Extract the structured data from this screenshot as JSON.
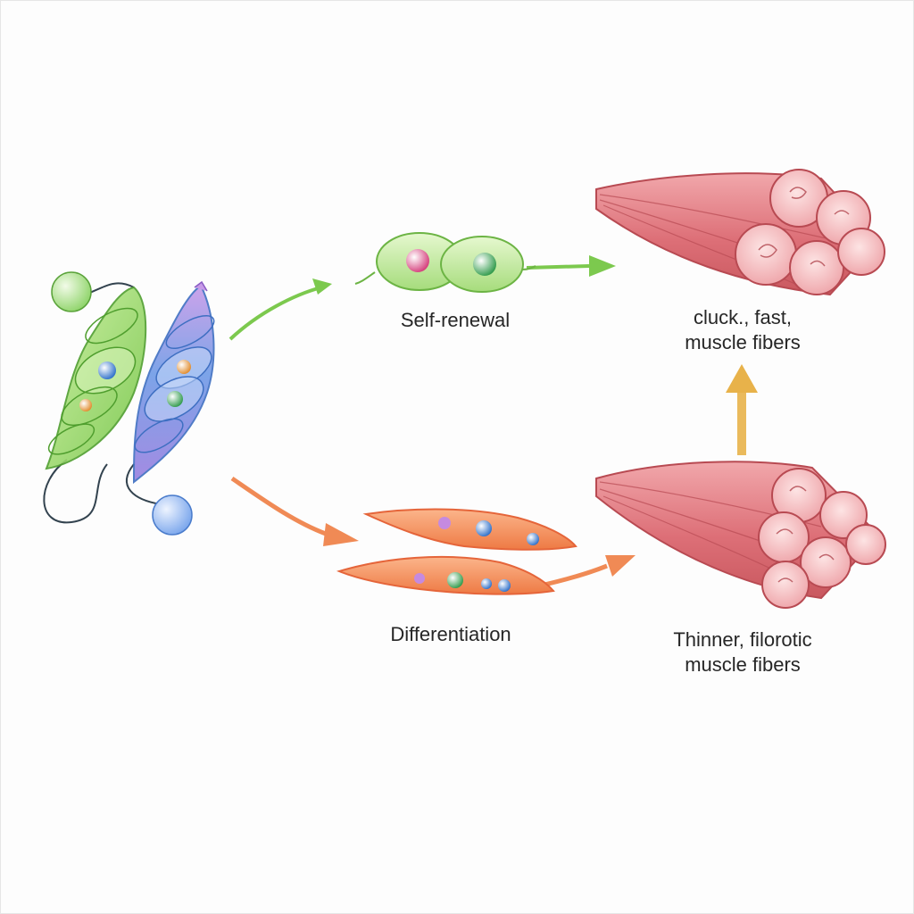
{
  "labels": {
    "self_renewal": "Self-renewal",
    "differentiation": "Differentiation",
    "fast_fibers": [
      "cluck., fast,",
      "muscle fibers"
    ],
    "thin_fibers": [
      "Thinner, filorotic",
      "muscle fibers"
    ]
  },
  "colors": {
    "green_cell": "#8fd46a",
    "blue_cell": "#6f9be6",
    "purple_accent": "#b07ad6",
    "orange_cell": "#f08a55",
    "muscle_red": "#e27a80",
    "muscle_light": "#f3b4b8",
    "arrow_green": "#7cc94e",
    "arrow_orange": "#f08a55",
    "arrow_gold": "#e8b24a"
  },
  "icons": [
    "stem-cell-pair-icon",
    "dividing-cell-icon",
    "myoblast-icon",
    "muscle-bundle-icon"
  ]
}
